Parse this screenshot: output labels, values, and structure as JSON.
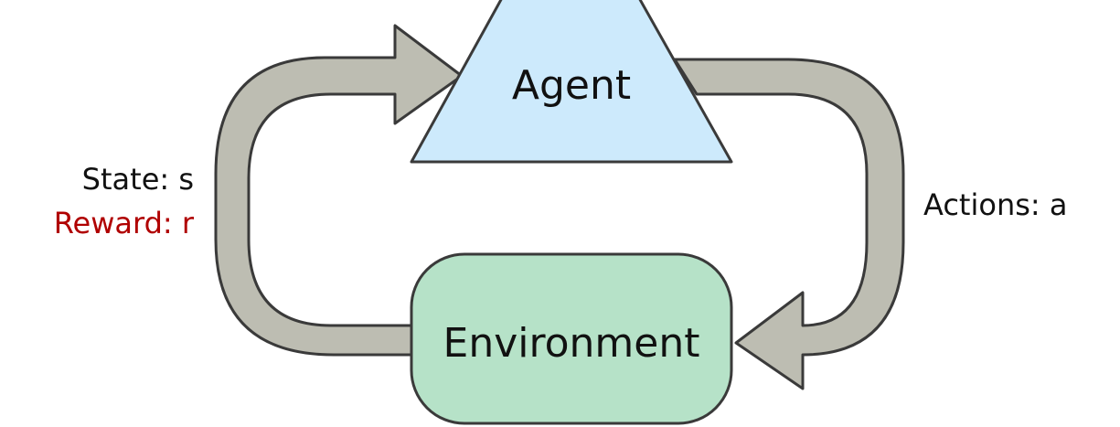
{
  "diagram": {
    "agent": {
      "label": "Agent",
      "fill": "#cdeafc"
    },
    "environment": {
      "label": "Environment",
      "fill": "#b6e2c8"
    },
    "state_label": "State: s",
    "reward_label": "Reward: r",
    "reward_color": "#b00000",
    "actions_label": "Actions: a",
    "arrow_fill": "#bdbdb2",
    "outline_color": "#3a3a3a"
  }
}
